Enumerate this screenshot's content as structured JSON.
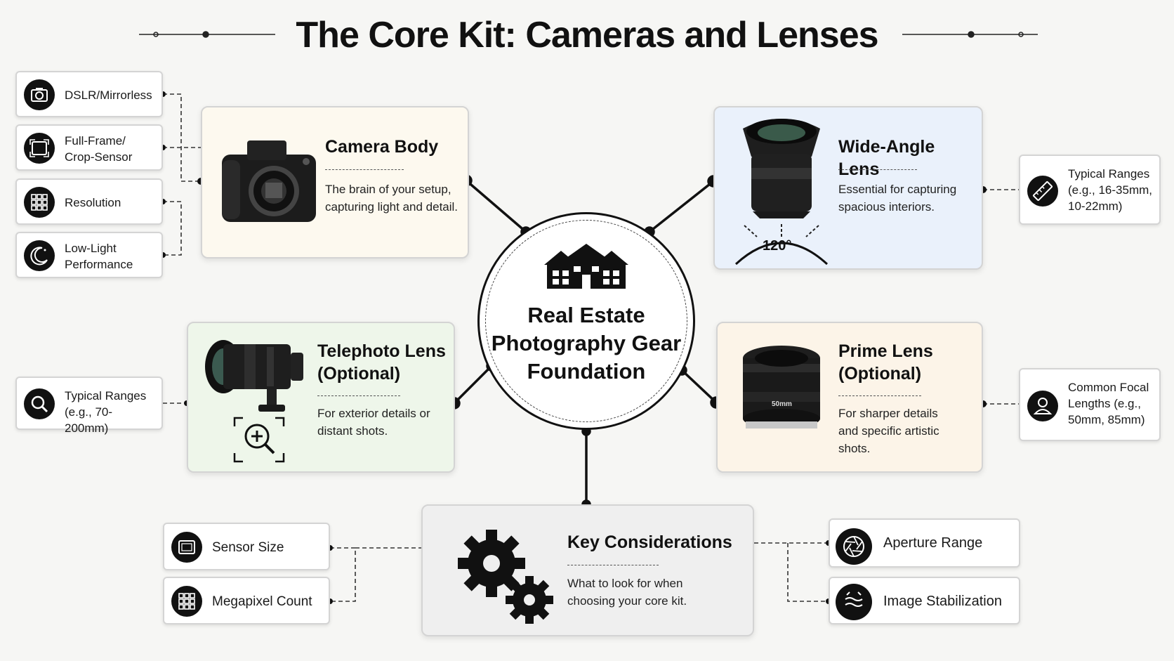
{
  "title": "The Core Kit: Cameras and Lenses",
  "hub": {
    "title": "Real Estate Photography Gear Foundation",
    "icon": "houses-icon"
  },
  "cards": {
    "camera_body": {
      "title": "Camera Body",
      "description": "The brain of your setup, capturing light and detail.",
      "icon": "camera-body-illustration"
    },
    "wide_angle": {
      "title": "Wide-Angle Lens",
      "description": "Essential for capturing spacious interiors.",
      "angle_label": "120°",
      "icon": "wide-angle-lens-illustration"
    },
    "telephoto": {
      "title": "Telephoto Lens (Optional)",
      "description": "For exterior details or distant shots.",
      "icon": "telephoto-lens-illustration"
    },
    "prime": {
      "title": "Prime Lens (Optional)",
      "description": "For sharper details and specific artistic shots.",
      "lens_label": "50mm",
      "icon": "prime-lens-illustration"
    },
    "key": {
      "title": "Key Considerations",
      "description": "What to look for when choosing your core kit.",
      "icon": "gears-icon"
    }
  },
  "pills": {
    "dslr": {
      "label": "DSLR/Mirrorless",
      "icon": "camera-icon"
    },
    "full_frame": {
      "label": "Full-Frame/ Crop-Sensor",
      "icon": "sensor-frame-icon"
    },
    "resolution": {
      "label": "Resolution",
      "icon": "grid-icon"
    },
    "low_light": {
      "label": "Low-Light Performance",
      "icon": "moon-icon"
    },
    "wide_ranges": {
      "label": "Typical Ranges (e.g., 16-35mm, 10-22mm)",
      "icon": "ruler-icon"
    },
    "tele_ranges": {
      "label": "Typical Ranges (e.g., 70-200mm)",
      "icon": "search-icon"
    },
    "prime_lengths": {
      "label": "Common Focal Lengths (e.g., 50mm, 85mm)",
      "icon": "person-icon"
    },
    "sensor_size": {
      "label": "Sensor Size",
      "icon": "sensor-icon"
    },
    "megapixel": {
      "label": "Megapixel Count",
      "icon": "grid-icon"
    },
    "aperture": {
      "label": "Aperture Range",
      "icon": "aperture-icon"
    },
    "stabilization": {
      "label": "Image Stabilization",
      "icon": "stabilization-icon"
    }
  },
  "colors": {
    "camera_body_bg": "#fdf9ef",
    "wide_angle_bg": "#eaf1fb",
    "telephoto_bg": "#eef6ea",
    "prime_bg": "#fcf4e8",
    "key_bg": "#efefef",
    "ink": "#111111"
  }
}
